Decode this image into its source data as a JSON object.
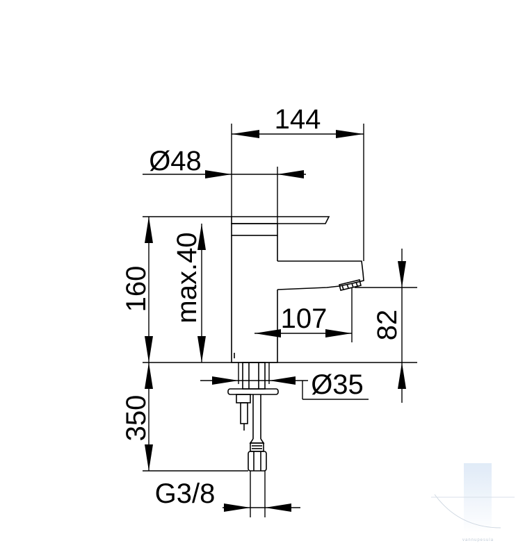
{
  "dimensions": {
    "width_top": "144",
    "diameter_handle": "Ø48",
    "height_body": "160",
    "handle_travel": "max.40",
    "spout_reach": "107",
    "spout_height": "82",
    "diameter_base": "Ø35",
    "hose_length": "350",
    "thread": "G3/8"
  },
  "watermark": {
    "brand_text": "vannupesula"
  }
}
